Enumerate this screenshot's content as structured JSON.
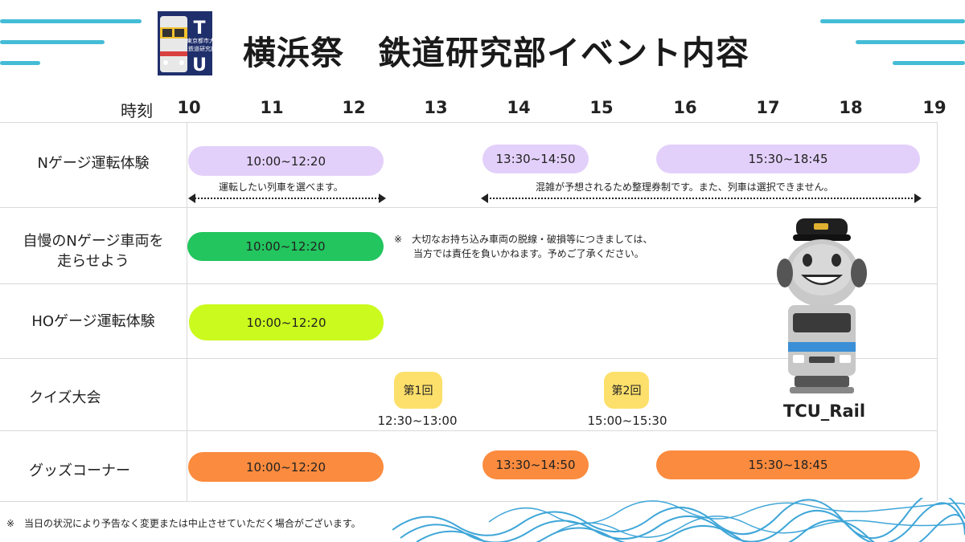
{
  "title": "横浜祭　鉄道研究部イベント内容",
  "logo": {
    "text_top": "東京都市大学",
    "text_bottom": "鉄道研究部",
    "letters": "TCU",
    "icon": "train-logo"
  },
  "header": {
    "time_label": "時刻",
    "hours": [
      "10",
      "11",
      "12",
      "13",
      "14",
      "15",
      "16",
      "17",
      "18",
      "19"
    ]
  },
  "rows": {
    "n_gauge": {
      "label": "Nゲージ運転体験",
      "slot1": "10:00~12:20",
      "slot2": "13:30~14:50",
      "slot3": "15:30~18:45",
      "note1": "運転したい列車を選べます。",
      "note2": "混雑が予想されるため整理券制です。また、列車は選択できません。"
    },
    "own_n_gauge": {
      "label_line1": "自慢のNゲージ車両を",
      "label_line2": "走らせよう",
      "slot1": "10:00~12:20",
      "note_line1": "※　大切なお持ち込み車両の脱線・破損等につきましては、",
      "note_line2": "　　当方では責任を負いかねます。予めご了承ください。"
    },
    "ho_gauge": {
      "label": "HOゲージ運転体験",
      "slot1": "10:00~12:20"
    },
    "quiz": {
      "label": "クイズ大会",
      "round1": "第1回",
      "round1_time": "12:30~13:00",
      "round2": "第2回",
      "round2_time": "15:00~15:30"
    },
    "goods": {
      "label": "グッズコーナー",
      "slot1": "10:00~12:20",
      "slot2": "13:30~14:50",
      "slot3": "15:30~18:45"
    }
  },
  "mascot": {
    "name": "TCU_Rail",
    "icon": "train-conductor-mascot"
  },
  "footnote": "※　当日の状況により予告なく変更または中止させていただく場合がございます。",
  "colors": {
    "accent": "#45bcd6",
    "purple": "#e3d0fa",
    "green": "#22c55e",
    "lime": "#cbfa1e",
    "orange": "#fb8b3e",
    "yellow": "#fde06b"
  }
}
